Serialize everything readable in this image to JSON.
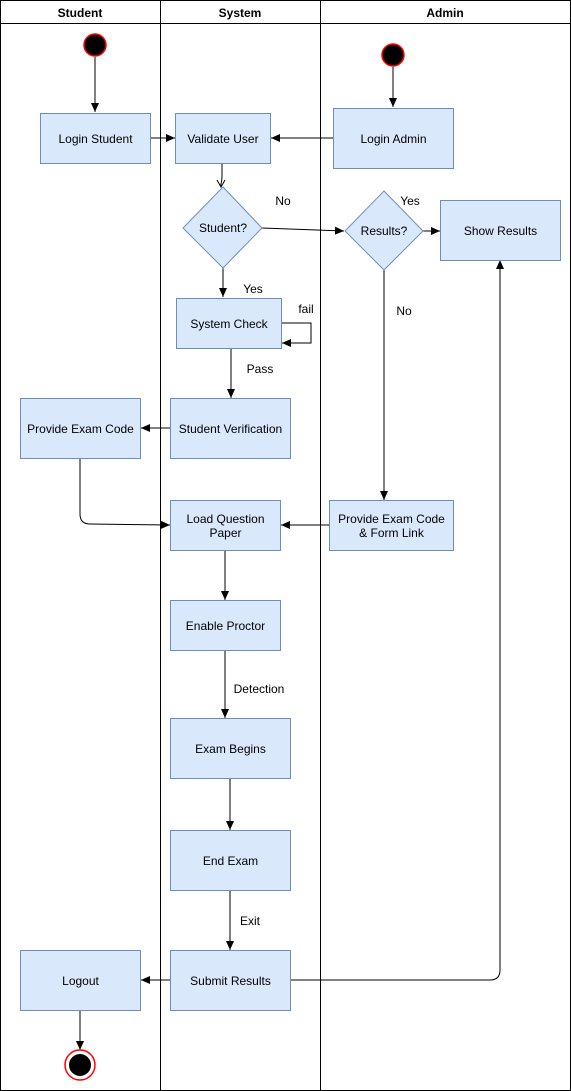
{
  "lanes": {
    "student": "Student",
    "system": "System",
    "admin": "Admin"
  },
  "nodes": {
    "login_student": "Login Student",
    "validate_user": "Validate User",
    "login_admin": "Login Admin",
    "student_decision": "Student?",
    "results_decision": "Results?",
    "show_results": "Show Results",
    "system_check": "System Check",
    "student_verification": "Student Verification",
    "provide_exam_code": "Provide Exam Code",
    "load_question_paper": [
      "Load Question",
      "Paper"
    ],
    "provide_exam_code_form": [
      "Provide Exam Code",
      "& Form Link"
    ],
    "enable_proctor": "Enable Proctor",
    "exam_begins": "Exam Begins",
    "end_exam": "End Exam",
    "submit_results": "Submit Results",
    "logout": "Logout"
  },
  "edge_labels": {
    "student_no": "No",
    "results_yes": "Yes",
    "student_yes": "Yes",
    "check_fail": "fail",
    "check_pass": "Pass",
    "results_no": "No",
    "detection": "Detection",
    "exit": "Exit"
  },
  "colors": {
    "node_fill": "#dae8fc",
    "node_stroke": "#6c8ebf",
    "start_node": "#000000",
    "start_node_outline": "#ff0000"
  }
}
